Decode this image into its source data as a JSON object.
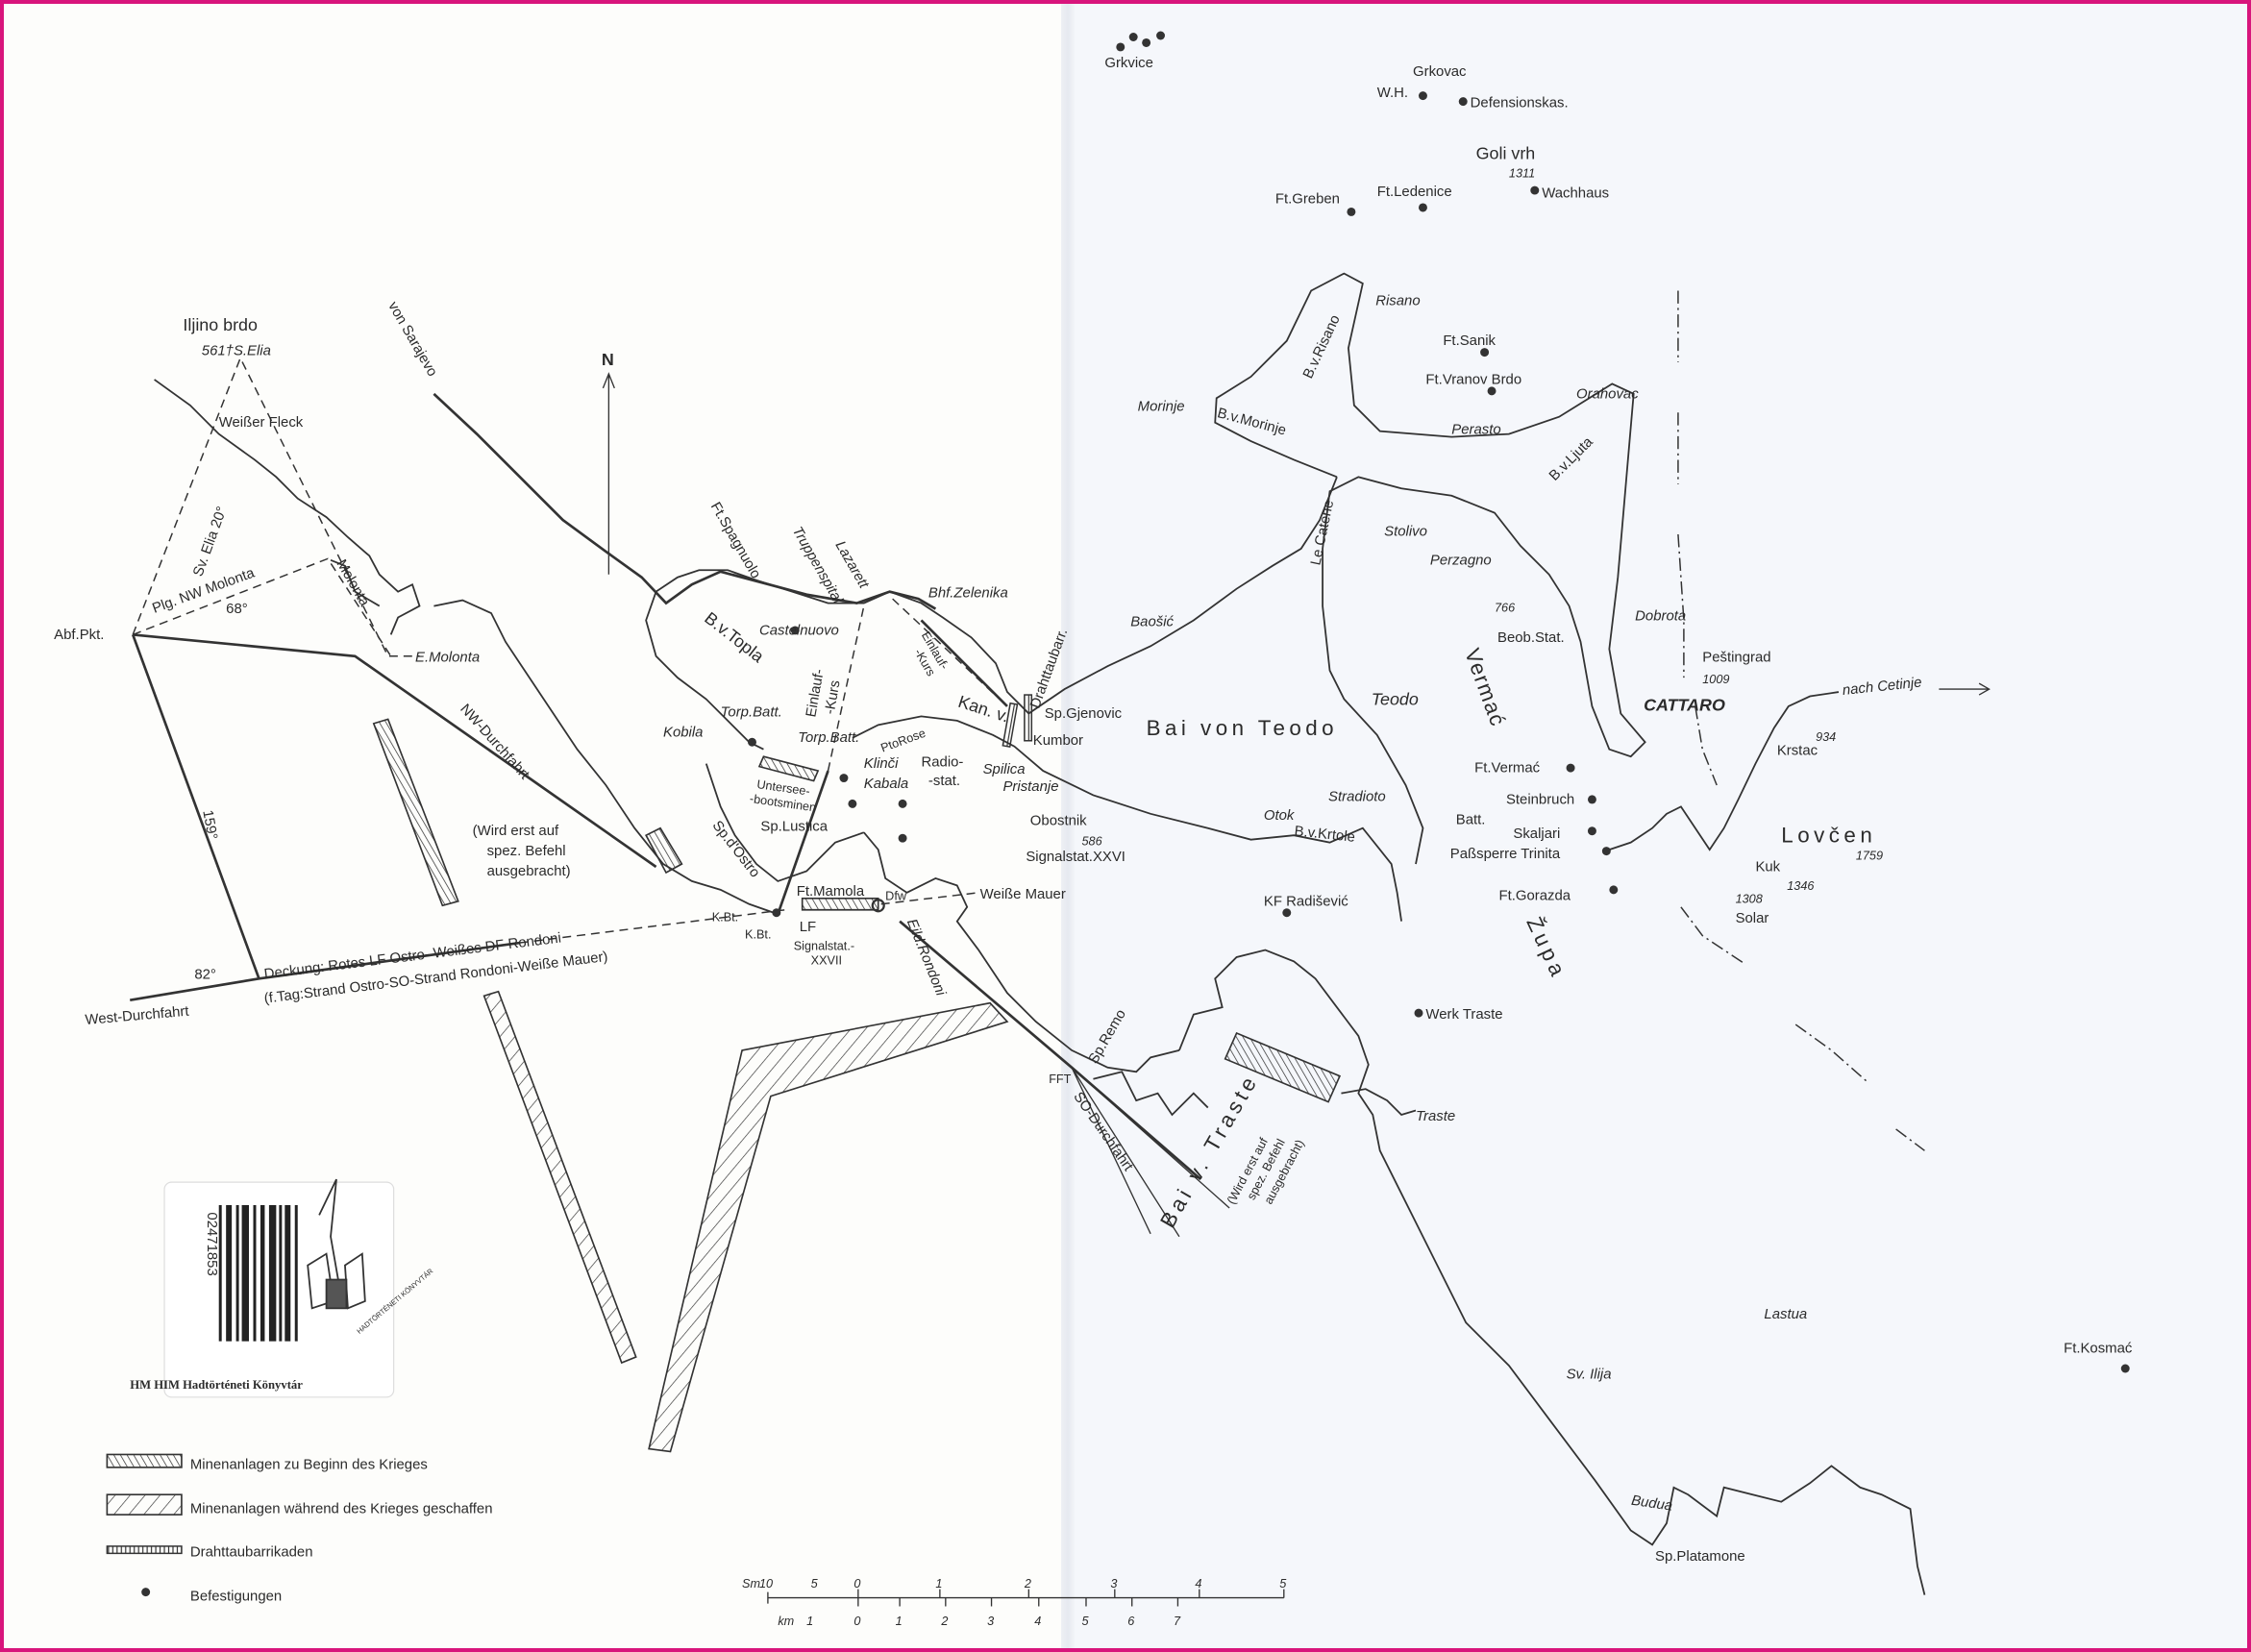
{
  "map": {
    "north_label": "N",
    "labels": {
      "iljino_brdo": "Iljino brdo",
      "s_elia": "561†S.Elia",
      "weisser_fleck": "Weißer Fleck",
      "sv_elia_20": "Sv. Elia 20°",
      "plg_nw_molonta": "Plg. NW Molonta",
      "deg_68": "68°",
      "abf_pkt": "Abf.Pkt.",
      "molonta": "Molonta",
      "e_molonta": "E.Molonta",
      "nw_durchfahrt": "NW-Durchfahrt",
      "nw_note_1": "(Wird erst auf",
      "nw_note_2": "spez. Befehl",
      "nw_note_3": "ausgebracht)",
      "deg_159": "159°",
      "deg_82": "82°",
      "deckung": "Deckung: Rotes LF Ostro-  Weißes DF Rondoni",
      "f_tag": "(f.Tag:Strand Ostro-SO-Strand Rondoni-Weiße Mauer)",
      "west_durchfahrt": "West-Durchfahrt",
      "von_sarajevo": "von Sarajevo",
      "ft_spagnuolo": "Ft.Spagnuolo",
      "truppenspital": "Truppenspital",
      "lazarett": "Lazarett",
      "bhf_zelenika": "Bhf.Zelenika",
      "bv_topla": "B.v.Topla",
      "castelnuovo": "Castelnuovo",
      "einlauf_kurs_1a": "Einlauf-",
      "einlauf_kurs_1b": "-Kurs",
      "einlauf_kurs_2a": "Einlauf-",
      "einlauf_kurs_2b": "-Kurs",
      "drahttaubarr": "Drahttaubarr.",
      "kan_v": "Kan. v.",
      "sp_gjenovic": "Sp.Gjenovic",
      "kumbor": "Kumbor",
      "kobila": "Kobila",
      "torp_batt_1": "Torp.Batt.",
      "torp_batt_2": "Torp.Batt.",
      "pto_rose": "PtoRose",
      "klinci": "Klinči",
      "radio_stat_1": "Radio-",
      "radio_stat_2": "-stat.",
      "kabala": "Kabala",
      "spilica": "Spilica",
      "pristanje": "Pristanje",
      "untersee_1": "Untersee-",
      "untersee_2": "-bootsminen",
      "sp_lustica": "Sp.Lustica",
      "sp_d_ostro": "Sp.d'Ostro",
      "ft_mamola": "Ft.Mamola",
      "dfw": "Dfw",
      "k_bt_1": "K.Bt.",
      "k_bt_2": "K.Bt.",
      "lf": "LF",
      "signalstat_27a": "Signalstat.-",
      "signalstat_27b": "XXVII",
      "eild_rondoni": "Eild.Rondoni",
      "weisse_mauer": "Weiße Mauer",
      "obostnik": "Obostnik",
      "h586": "586",
      "signalstat_26": "Signalstat.XXVI",
      "bai_von_teodo": "Bai von Teodo",
      "baosic": "Baošić",
      "teodo": "Teodo",
      "stradioto": "Stradioto",
      "otok": "Otok",
      "bv_krtole": "B.v.Krtole",
      "kf_radisevic": "KF Radišević",
      "sp_remo": "Sp.Remo",
      "fft": "FFT",
      "so_durchfahrt": "SO-Durchfahrt",
      "bai_v_traste": "Bai v. Traste",
      "traste_note_1": "(Wird erst auf",
      "traste_note_2": "spez. Befehl",
      "traste_note_3": "ausgebracht)",
      "traste": "Traste",
      "werk_traste": "Werk Traste",
      "zupa": "Župa",
      "sp_platamone": "Sp.Platamone",
      "budua": "Budua",
      "sv_ilija": "Sv. Ilija",
      "lastua": "Lastua",
      "ft_kosmac": "Ft.Kosmać",
      "grkvice": "Grkvice",
      "grkovac": "Grkovac",
      "wh": "W.H.",
      "defensionskas": "Defensionskas.",
      "goli_vrh": "Goli vrh",
      "h1311": "1311",
      "wachhaus": "Wachhaus",
      "ft_greben": "Ft.Greben",
      "ft_ledenice": "Ft.Ledenice",
      "risano": "Risano",
      "bv_risano": "B.v.Risano",
      "ft_sanik": "Ft.Sanik",
      "ft_vranov_brdo": "Ft.Vranov Brdo",
      "orahovac": "Orahovac",
      "morinje": "Morinje",
      "bv_morinje": "B.v.Morinje",
      "perasto": "Perasto",
      "bv_ljuta": "B.v.Ljuta",
      "le_catene": "Le Catene",
      "stolivo": "Stolivo",
      "perzagno": "Perzagno",
      "h766": "766",
      "beob_stat": "Beob.Stat.",
      "vermac": "Vermać",
      "dobrota": "Dobrota",
      "pestingrad": "Peštingrad",
      "h1009": "1009",
      "cattaro": "CATTARO",
      "nach_cetinje": "nach Cetinje",
      "h934": "934",
      "krstac": "Krstac",
      "lovcen": "Lovčen",
      "h1759": "1759",
      "kuk": "Kuk",
      "h1346": "1346",
      "h1308": "1308",
      "solar": "Solar",
      "ft_vermac": "Ft.Vermać",
      "steinbruch": "Steinbruch",
      "batt": "Batt.",
      "skaljari": "Skaljari",
      "passperre_trinita": "Paßsperre Trinita",
      "ft_gorazda": "Ft.Gorazda"
    }
  },
  "legend": {
    "items": [
      {
        "label": "Minenanlagen  zu  Beginn  des  Krieges"
      },
      {
        "label": "Minenanlagen  während  des  Krieges  geschaffen"
      },
      {
        "label": "Drahttaubarrikaden"
      },
      {
        "label": "Befestigungen"
      }
    ]
  },
  "scale": {
    "sm_unit": "Sm",
    "sm_ticks": [
      "10",
      "5",
      "0",
      "1",
      "2",
      "3",
      "4",
      "5"
    ],
    "km_unit": "km",
    "km_ticks": [
      "1",
      "0",
      "1",
      "2",
      "3",
      "4",
      "5",
      "6",
      "7"
    ]
  },
  "stamp": {
    "barcode_number": "02471853",
    "library_name": "HM HIM Hadtörténeti Könyvtár",
    "seal_text": "HADTÖRTÉNETI KÖNYVTÁR"
  }
}
